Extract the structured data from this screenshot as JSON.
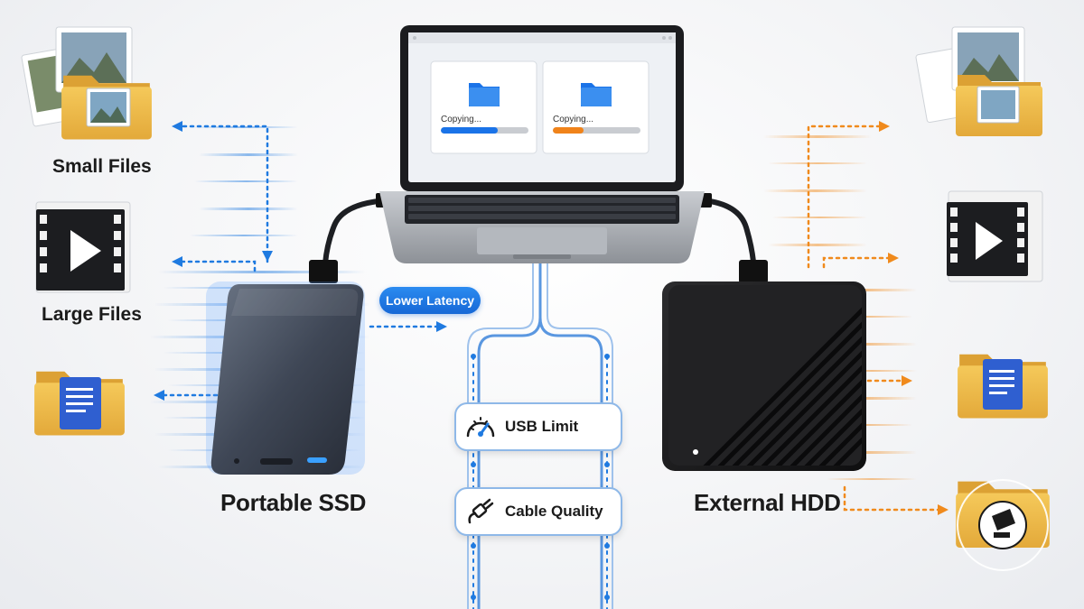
{
  "laptop": {
    "windows": [
      {
        "status": "Copying...",
        "progress": 0.65,
        "color": "#1a73e8"
      },
      {
        "status": "Copying...",
        "progress": 0.35,
        "color": "#f0831a"
      }
    ]
  },
  "left_files": [
    {
      "icon": "photo-folder-icon",
      "label": "Small Files"
    },
    {
      "icon": "video-file-icon",
      "label": "Large Files"
    },
    {
      "icon": "document-folder-icon",
      "label": ""
    }
  ],
  "right_files": [
    {
      "icon": "photo-folder-icon"
    },
    {
      "icon": "video-file-icon"
    },
    {
      "icon": "document-folder-icon"
    },
    {
      "icon": "app-folder-icon"
    }
  ],
  "devices": {
    "ssd": {
      "label": "Portable SSD",
      "accent": "#1f7ae0"
    },
    "hdd": {
      "label": "External HDD",
      "accent": "#f08a1c"
    }
  },
  "badge": {
    "label": "Lower Latency"
  },
  "factors": [
    {
      "icon": "speedometer-icon",
      "label": "USB Limit"
    },
    {
      "icon": "cable-icon",
      "label": "Cable Quality"
    }
  ]
}
